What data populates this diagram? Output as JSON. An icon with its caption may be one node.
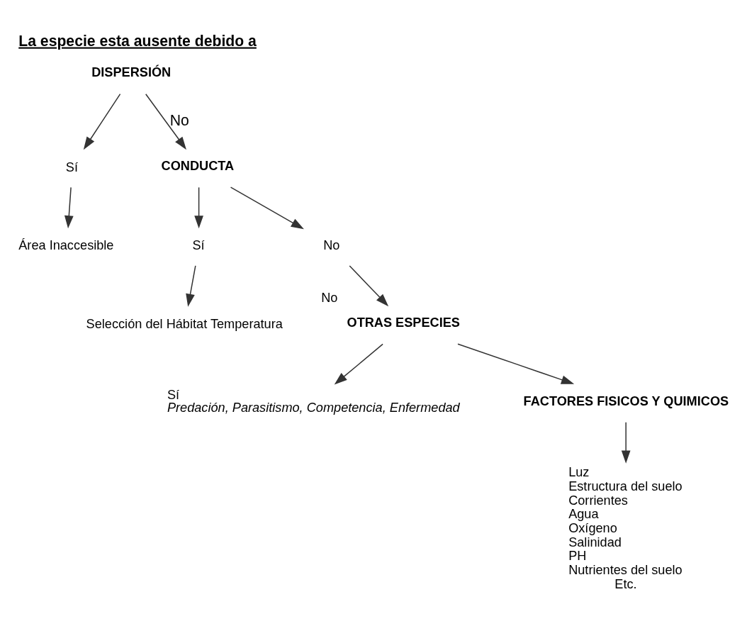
{
  "diagram": {
    "title": "La especie esta ausente debido a",
    "nodes": [
      {
        "text": [
          "DISPERSIÓN"
        ]
      },
      {
        "text": [
          "Sí"
        ]
      },
      {
        "text": [
          "Área Inaccesible"
        ]
      },
      {
        "text": [
          "CONDUCTA"
        ]
      },
      {
        "text": [
          "Sí"
        ]
      },
      {
        "text": [
          "No"
        ]
      },
      {
        "text": [
          "Selección del Hábitat Temperatura"
        ]
      },
      {
        "text": [
          "OTRAS ESPECIES"
        ],
        "beside": [
          "No"
        ]
      },
      {
        "text": [
          "Sí",
          "Predación, Parasitismo, Competencia, Enfermedad"
        ]
      },
      {
        "text": [
          "FACTORES FISICOS Y QUIMICOS"
        ]
      },
      {
        "text": [
          "Luz",
          "Estructura del suelo",
          "Corrientes",
          "Agua",
          "Oxígeno",
          "Salinidad",
          "PH",
          "Nutrientes del suelo",
          "Etc."
        ]
      }
    ],
    "edges": [
      {
        "from": 0,
        "to": 1,
        "arrow": "to"
      },
      {
        "from": 0,
        "to": 3,
        "label": "No",
        "arrow": "to"
      },
      {
        "from": 1,
        "to": 2,
        "arrow": "to"
      },
      {
        "from": 3,
        "to": 4,
        "arrow": "to"
      },
      {
        "from": 3,
        "to": 5,
        "arrow": "to"
      },
      {
        "from": 4,
        "to": 6,
        "arrow": "to"
      },
      {
        "from": 5,
        "to": 7,
        "arrow": "to"
      },
      {
        "from": 7,
        "to": 8,
        "arrow": "to"
      },
      {
        "from": 7,
        "to": 9,
        "arrow": "to"
      },
      {
        "from": 9,
        "to": 10,
        "arrow": "to"
      }
    ]
  }
}
